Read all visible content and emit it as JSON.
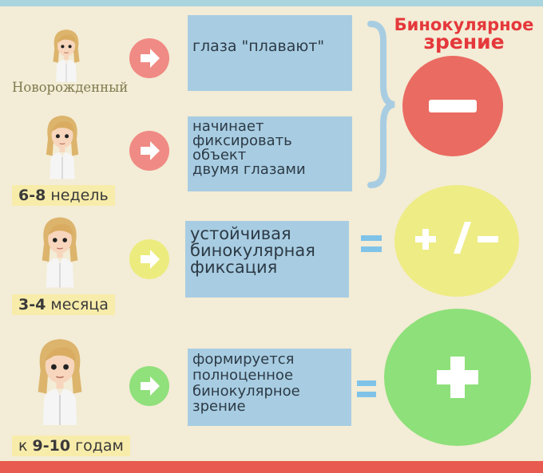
{
  "title": {
    "line1": "Бинокулярное",
    "line2": "зрение"
  },
  "stages": [
    {
      "age": "Новорожденный",
      "text_lines": [
        "глаза \"плавают\""
      ]
    },
    {
      "age_bold": "6-8",
      "age_rest": " недель",
      "text_lines": [
        "начинает",
        "фиксировать",
        "объект",
        "двумя глазами"
      ]
    },
    {
      "age_bold": "3-4",
      "age_rest": " месяца",
      "text_lines": [
        "устойчивая",
        "бинокулярная",
        "фиксация"
      ]
    },
    {
      "age_pre": "к ",
      "age_bold": "9-10",
      "age_rest": " годам",
      "text_lines": [
        "формируется",
        "полноценное",
        "бинокулярное",
        "зрение"
      ]
    }
  ],
  "results": [
    {
      "symbol": "minus",
      "color": "#ea6b62"
    },
    {
      "symbol": "plus-slash-minus",
      "color": "#eeec85"
    },
    {
      "symbol": "plus",
      "color": "#8ee07a"
    }
  ],
  "colors": {
    "background": "#f3ecd6",
    "box": "#a8cde2",
    "arrow_red": "#f08a84",
    "arrow_yellow": "#ecec7e",
    "arrow_green": "#90e07c",
    "equals": "#80c3e8",
    "title": "#e5383b"
  },
  "icons": {
    "arrow": "right-arrow-icon",
    "equals": "equals-icon",
    "person": "woman-avatar-icon",
    "brace": "right-brace-icon"
  }
}
